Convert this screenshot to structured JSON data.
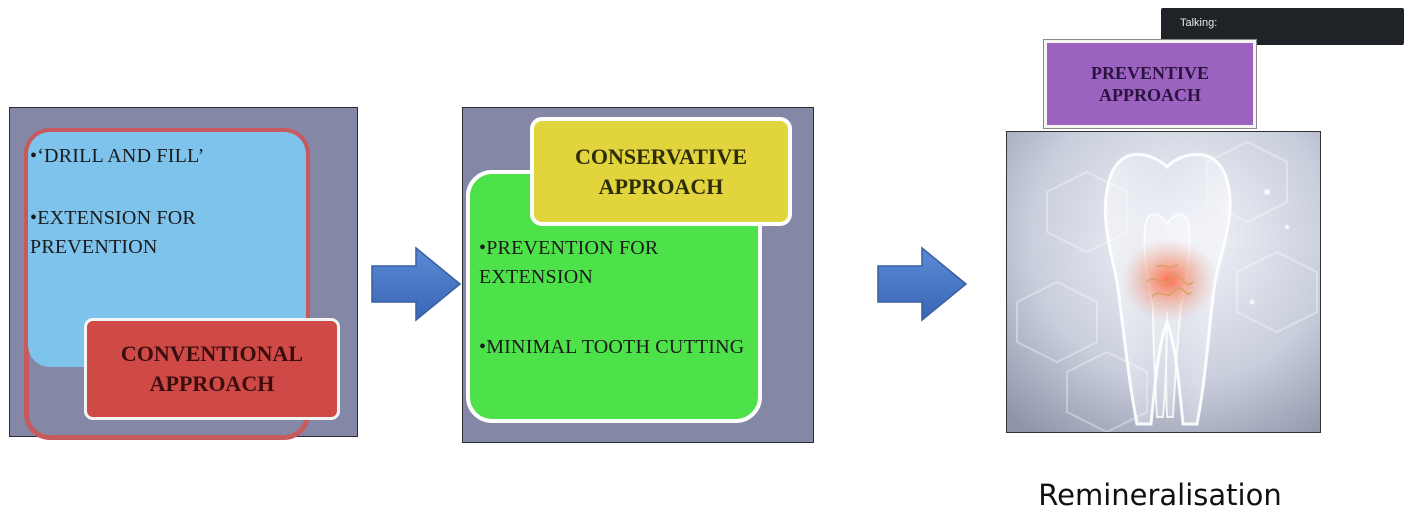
{
  "overlay": {
    "talking_label": "Talking:"
  },
  "panels": {
    "conventional": {
      "bullets": [
        "•‘DRILL AND FILL’",
        "•EXTENSION FOR PREVENTION"
      ],
      "title": "CONVENTIONAL APPROACH"
    },
    "conservative": {
      "title": "CONSERVATIVE APPROACH",
      "bullets": [
        "•PREVENTION FOR EXTENSION",
        "•MINIMAL TOOTH CUTTING"
      ]
    },
    "preventive": {
      "title": "PREVENTIVE APPROACH",
      "caption": "Remineralisation"
    }
  },
  "colors": {
    "panel_bg": "#8487a6",
    "conventional_red": "#cf4a47",
    "conventional_blue": "#7ec3ec",
    "conservative_green": "#4ee24a",
    "conservative_yellow": "#e2d43c",
    "preventive_purple": "#9b62c0",
    "arrow_blue": "#4472c4"
  }
}
